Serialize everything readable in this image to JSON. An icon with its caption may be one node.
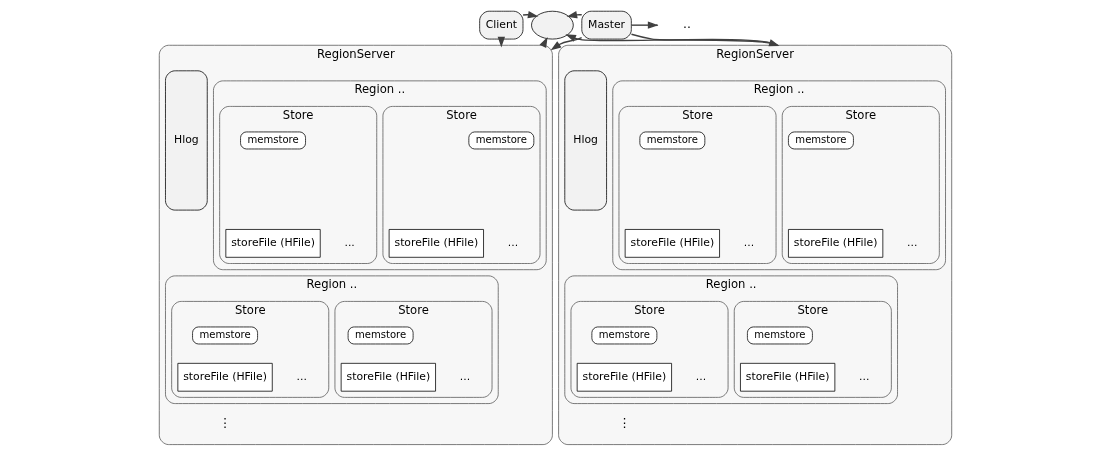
{
  "diagram": {
    "nodes": [
      {
        "text": [],
        "shape": "ellipse"
      },
      {
        "text": [
          "Master"
        ]
      },
      {
        "text": [
          "Client"
        ]
      },
      {
        "text": [
          "RegionServer"
        ]
      },
      {
        "text": [
          "Region .."
        ],
        "in": 3
      },
      {
        "text": [
          "Store"
        ],
        "in": 4
      },
      {
        "text": [
          "memstore"
        ],
        "in": 5
      },
      {
        "text": [
          "storeFile (HFile)"
        ],
        "in": 5,
        "beside": [
          "..."
        ]
      },
      {
        "text": [
          "Store"
        ],
        "in": 4
      },
      {
        "text": [
          "memstore"
        ],
        "in": 8
      },
      {
        "text": [
          "storeFile (HFile)"
        ],
        "in": 8,
        "beside": [
          "..."
        ]
      },
      {
        "text": [
          "Region .."
        ],
        "in": 3
      },
      {
        "text": [
          "Store"
        ],
        "in": 11
      },
      {
        "text": [
          "memstore"
        ],
        "in": 12
      },
      {
        "text": [
          "storeFile (HFile)"
        ],
        "in": 12,
        "beside": [
          "..."
        ]
      },
      {
        "text": [
          "Store"
        ],
        "in": 11
      },
      {
        "text": [
          "memstore"
        ],
        "in": 15
      },
      {
        "text": [
          "storeFile (HFile)"
        ],
        "in": 15,
        "beside": [
          "..."
        ]
      },
      {
        "text": [
          "Hlog"
        ],
        "in": 3
      },
      {
        "text": [
          "RegionServer"
        ]
      },
      {
        "text": [
          "Region .."
        ],
        "in": 19
      },
      {
        "text": [
          "Store"
        ],
        "in": 20
      },
      {
        "text": [
          "memstore"
        ],
        "in": 21
      },
      {
        "text": [
          "storeFile (HFile)"
        ],
        "in": 21,
        "beside": [
          "..."
        ]
      },
      {
        "text": [
          "Store"
        ],
        "in": 20
      },
      {
        "text": [
          "memstore"
        ],
        "in": 24
      },
      {
        "text": [
          "storeFile (HFile)"
        ],
        "in": 24,
        "beside": [
          "..."
        ]
      },
      {
        "text": [
          "Region .."
        ],
        "in": 19
      },
      {
        "text": [
          "Store"
        ],
        "in": 27
      },
      {
        "text": [
          "memstore"
        ],
        "in": 28
      },
      {
        "text": [
          "storeFile (HFile)"
        ],
        "in": 28,
        "beside": [
          "..."
        ]
      },
      {
        "text": [
          "Store"
        ],
        "in": 27
      },
      {
        "text": [
          "memstore"
        ],
        "in": 31
      },
      {
        "text": [
          "storeFile (HFile)"
        ],
        "in": 31,
        "beside": [
          "..."
        ]
      },
      {
        "text": [
          "Hlog"
        ],
        "in": 19
      }
    ],
    "edges": [
      {
        "from": 2,
        "to": 3,
        "arrow": "to"
      },
      {
        "from": 2,
        "to": 0,
        "arrow": "to"
      },
      {
        "from": 3,
        "to": 0,
        "arrow": "to"
      },
      {
        "from": 1,
        "to": 0,
        "arrow": "to"
      },
      {
        "from": 1,
        "to": 3,
        "arrow": "to"
      },
      {
        "from": 1,
        "to": 19,
        "arrow": "to"
      },
      {
        "from": 19,
        "to": 0,
        "arrow": "to"
      },
      {
        "from": 1,
        "to": null,
        "arrow": "to"
      }
    ],
    "labels": [
      "⋮",
      "⋮",
      ".."
    ]
  }
}
